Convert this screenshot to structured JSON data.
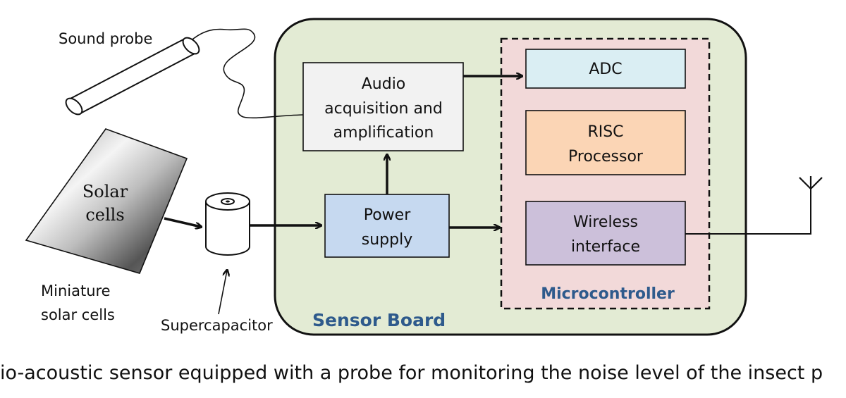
{
  "labels": {
    "sound_probe": "Sound probe",
    "solar_cells_line1": "Solar",
    "solar_cells_line2": "cells",
    "miniature_line1": "Miniature",
    "miniature_line2": "solar cells",
    "supercapacitor": "Supercapacitor",
    "sensor_board": "Sensor Board",
    "microcontroller": "Microcontroller"
  },
  "blocks": {
    "audio": [
      "Audio",
      "acquisition and",
      "amplification"
    ],
    "power": [
      "Power",
      "supply"
    ],
    "adc": [
      "ADC"
    ],
    "risc": [
      "RISC",
      "Processor"
    ],
    "wireless": [
      "Wireless",
      "interface"
    ]
  },
  "colors": {
    "board_fill": "#e3ebd4",
    "micro_fill": "#f2d9d9",
    "audio_fill": "#f2f2f2",
    "power_fill": "#c6d9f0",
    "adc_fill": "#daeef3",
    "risc_fill": "#fbd5b5",
    "wireless_fill": "#ccc0da",
    "title_blue": "#2e5a8c"
  },
  "caption": "io-acoustic sensor equipped with a probe for monitoring the noise level of the insect p"
}
